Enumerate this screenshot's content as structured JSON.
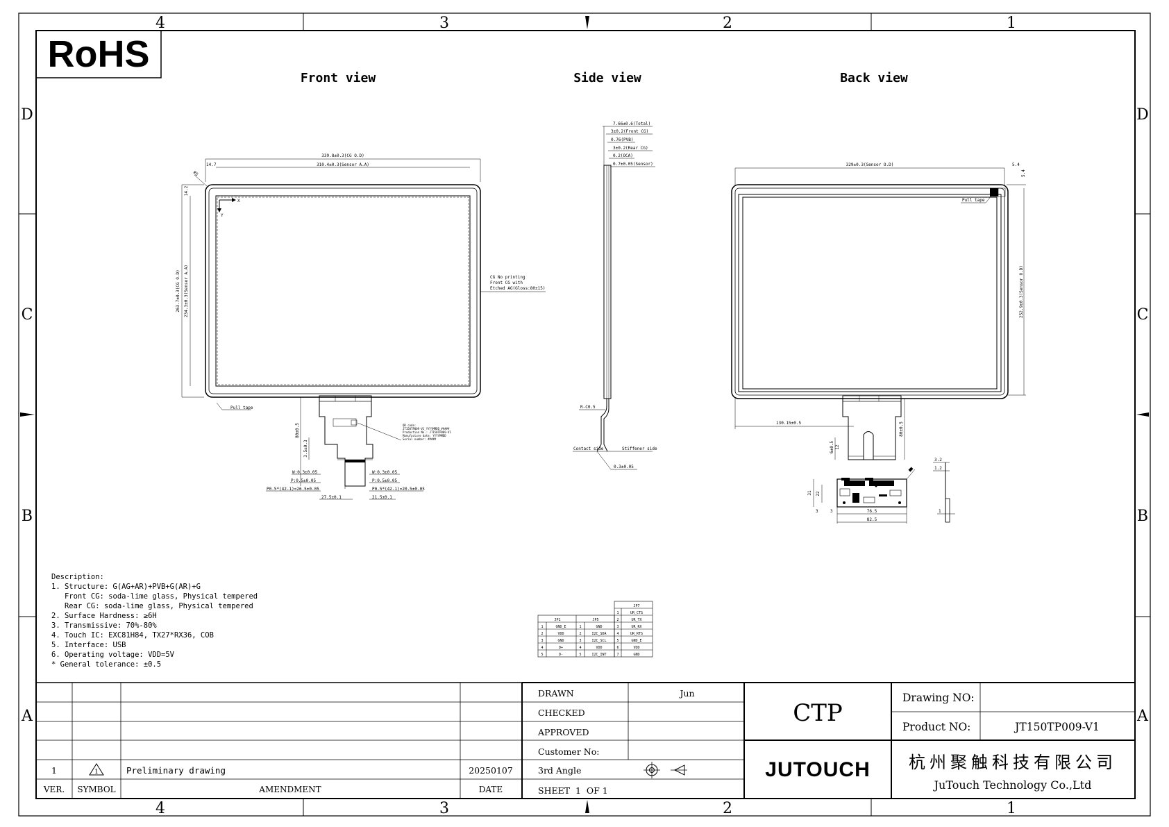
{
  "zones": {
    "columns": [
      "4",
      "3",
      "2",
      "1"
    ],
    "rows": [
      "D",
      "C",
      "B",
      "A"
    ]
  },
  "rohs": "RoHS",
  "views": {
    "front": "Front view",
    "side": "Side view",
    "back": "Back view"
  },
  "front_dims": {
    "overall_width": "339.8±0.3(CG O.D)",
    "sensor_width": "310.4±0.3(Sensor A.A)",
    "left_offset": "14.7",
    "top_offset": "14.2",
    "corner": "R5",
    "overall_height": "263.7±0.3(CG O.D)",
    "sensor_height": "234.3±0.3(Sensor A.A)",
    "pull_tape": "Pull tape",
    "cg_note": [
      "CG No printing",
      "Front CG with",
      "Etched AG(Gloss:80±15)"
    ],
    "tail_len": "80±0.5",
    "tail_stiff": "3.5±0.3",
    "qr_note": [
      "QR code:",
      "JT150TP009-V1_YYYYMMDD_#####",
      "Production No.: JT150TP009-V1",
      "Manufacture date: YYYYMMDD",
      "Serial number: #####"
    ],
    "w_left": "W:0.3±0.05",
    "p_left": "P:0.5±0.05",
    "p0_left": "P0.5*(42-1)=26.5±0.05",
    "w_right": "W:0.3±0.05",
    "p_right": "P:0.5±0.05",
    "p0_right": "P0.5*(42-1)=20.5±0.05",
    "tail_w_left": "27.5±0.1",
    "tail_w_right": "21.5±0.1"
  },
  "side_dims": {
    "total": "7.66±0.6(Total)",
    "front_cg": "3±0.2(Front CG)",
    "pvb": "0.76(PVB)",
    "rear_cg": "3±0.2(Rear CG)",
    "oca": "0.2(OCA)",
    "sensor": "0.7±0.05(Sensor)",
    "bend": "R-C0.5",
    "contact": "Contact side",
    "stiffener": "Stiffener side",
    "fpc": "0.3±0.05"
  },
  "back_dims": {
    "sensor_width": "329±0.3(Sensor O.D)",
    "right_offset": "5.4",
    "top_offset": "5.4",
    "pull_tape": "Pull tape",
    "sensor_height": "252.9±0.3(Sensor O.D)",
    "tail_pos": "130.15±0.5",
    "tail_len": "80±0.5",
    "stiff_h": "6±0.5",
    "stiff_h2": "12",
    "pcb_h1": "31",
    "pcb_h2": "22",
    "pcb_w1": "76.5",
    "pcb_w2": "82.5",
    "pcb_off": "3",
    "pcb_off2": "3",
    "side_t1": "3.2",
    "side_t2": "1.2",
    "side_t3": "1"
  },
  "description": [
    "Description:",
    "1. Structure: G(AG+AR)+PVB+G(AR)+G",
    "   Front CG: soda-lime glass, Physical tempered",
    "   Rear CG: soda-lime glass, Physical tempered",
    "2. Surface Hardness: ≥6H",
    "3. Transmissive: 70%-80%",
    "4. Touch IC: EXC81H84, TX27*RX36, COB",
    "5. Interface: USB",
    "6. Operating voltage: VDD=5V",
    "* General tolerance: ±0.5"
  ],
  "pin_tables": {
    "jp1": {
      "title": "JP1",
      "rows": [
        [
          "1",
          "GND_E"
        ],
        [
          "2",
          "VDD"
        ],
        [
          "3",
          "GND"
        ],
        [
          "4",
          "D+"
        ],
        [
          "5",
          "D-"
        ]
      ]
    },
    "jp5": {
      "title": "JP5",
      "rows": [
        [
          "1",
          "GND"
        ],
        [
          "2",
          "I2C_SDA"
        ],
        [
          "3",
          "I2C_SCL"
        ],
        [
          "4",
          "VDD"
        ],
        [
          "5",
          "I2C_INT"
        ]
      ]
    },
    "jp7": {
      "title": "JP7",
      "rows": [
        [
          "1",
          "UR_CTS"
        ],
        [
          "2",
          "UR_TX"
        ],
        [
          "3",
          "UR_RX"
        ],
        [
          "4",
          "UR_RTS"
        ],
        [
          "5",
          "GND_E"
        ],
        [
          "6",
          "VDD"
        ],
        [
          "7",
          "GND"
        ]
      ]
    }
  },
  "revision": {
    "rows": [
      [
        "1",
        "Preliminary drawing",
        "20250107"
      ]
    ],
    "headers": [
      "VER.",
      "SYMBOL",
      "AMENDMENT",
      "DATE"
    ]
  },
  "signoff": {
    "drawn_label": "DRAWN",
    "drawn_value": "Jun",
    "checked_label": "CHECKED",
    "approved_label": "APPROVED",
    "customer_label": "Customer No:",
    "angle_label": "3rd Angle",
    "sheet_label": "SHEET  1  OF 1"
  },
  "title_block": {
    "title": "CTP",
    "logo": "JUTOUCH",
    "drawing_no_label": "Drawing NO:",
    "drawing_no_value": "",
    "product_no_label": "Product NO:",
    "product_no_value": "JT150TP009-V1",
    "company_cn": "杭州聚触科技有限公司",
    "company_en": "JuTouch Technology Co.,Ltd"
  }
}
